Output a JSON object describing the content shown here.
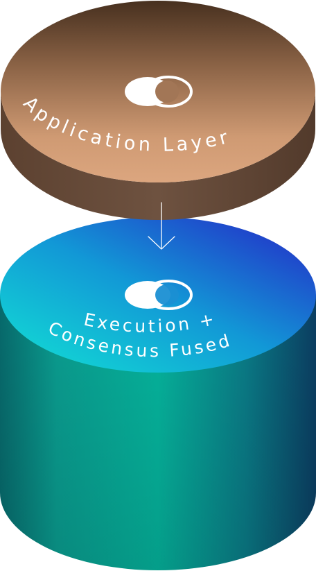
{
  "layers": [
    {
      "label": "Application Layer"
    },
    {
      "label_line1": "Execution +",
      "label_line2": "Consensus Fused"
    }
  ],
  "colors": {
    "top_disc_light": "#d8a27c",
    "top_disc_dark": "#4a3426",
    "top_side": "#6b4f3a",
    "base_top_cyan": "#16d6d1",
    "base_top_blue": "#2431c8",
    "base_side_teal": "#0ab59f",
    "base_side_dark": "#0b3e62",
    "arrow": "#ffffff"
  },
  "icons": [
    "overlap-circles-logo-icon",
    "overlap-circles-logo-icon",
    "down-arrow-icon"
  ]
}
